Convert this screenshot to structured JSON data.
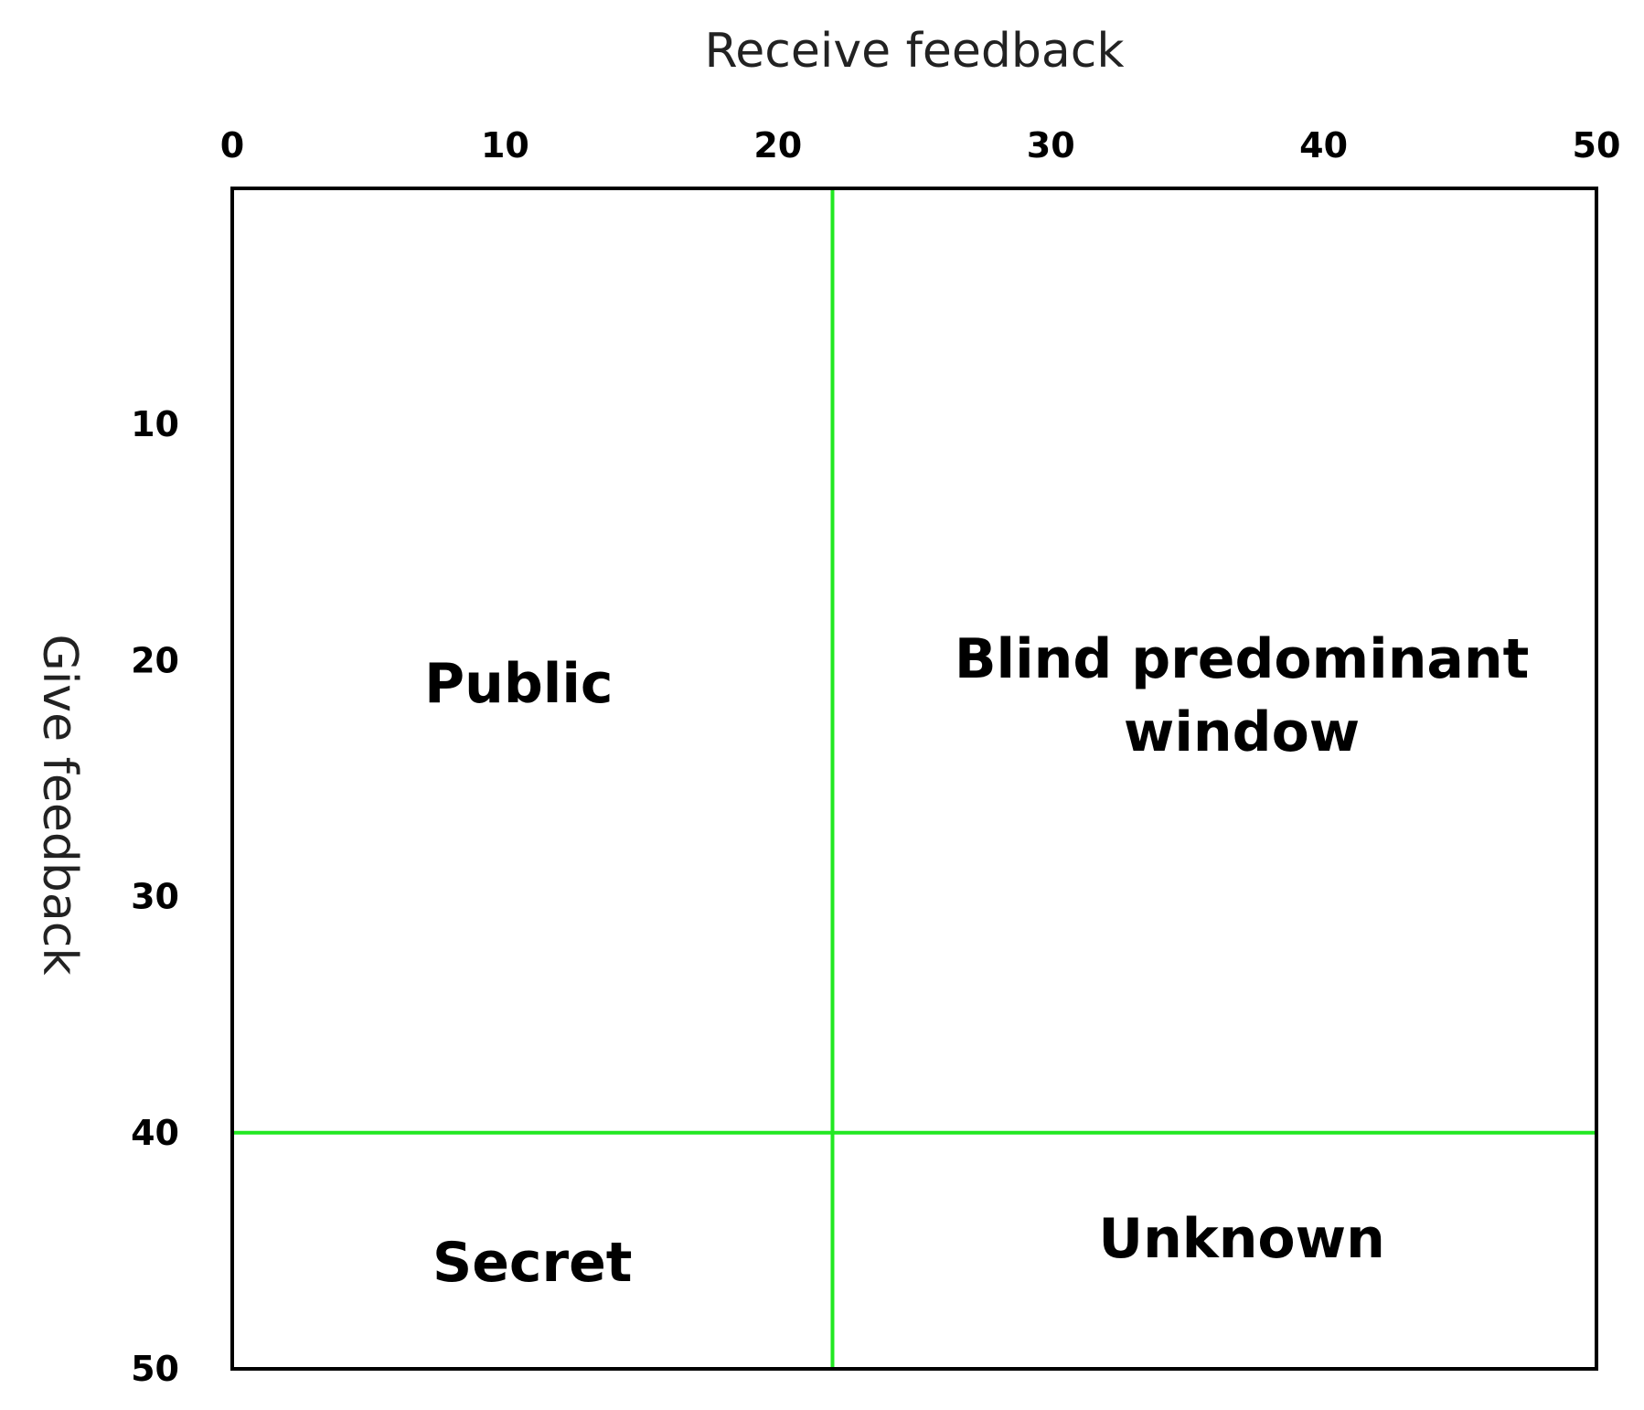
{
  "chart_data": {
    "type": "other",
    "xlabel": "Receive feedback",
    "ylabel": "Give feedback",
    "x_axis_position": "top",
    "y_axis_direction": "top-to-bottom",
    "xlim": [
      0,
      50
    ],
    "ylim": [
      0,
      50
    ],
    "x_ticks": [
      0,
      10,
      20,
      30,
      40,
      50
    ],
    "y_ticks": [
      10,
      20,
      30,
      40,
      50
    ],
    "grid": false,
    "divider_lines": [
      {
        "orientation": "vertical",
        "value": 22,
        "color": "#22e822"
      },
      {
        "orientation": "horizontal",
        "value": 40,
        "color": "#22e822"
      }
    ],
    "regions": [
      {
        "id": "public",
        "lines": [
          "Public"
        ],
        "x": 10.5,
        "y": 21
      },
      {
        "id": "blind",
        "lines": [
          "Blind predominant",
          "window"
        ],
        "x": 37,
        "y": 21.5
      },
      {
        "id": "secret",
        "lines": [
          "Secret"
        ],
        "x": 11,
        "y": 45.5
      },
      {
        "id": "unknown",
        "lines": [
          "Unknown"
        ],
        "x": 37,
        "y": 44.5
      }
    ],
    "frame_color": "#000000"
  }
}
